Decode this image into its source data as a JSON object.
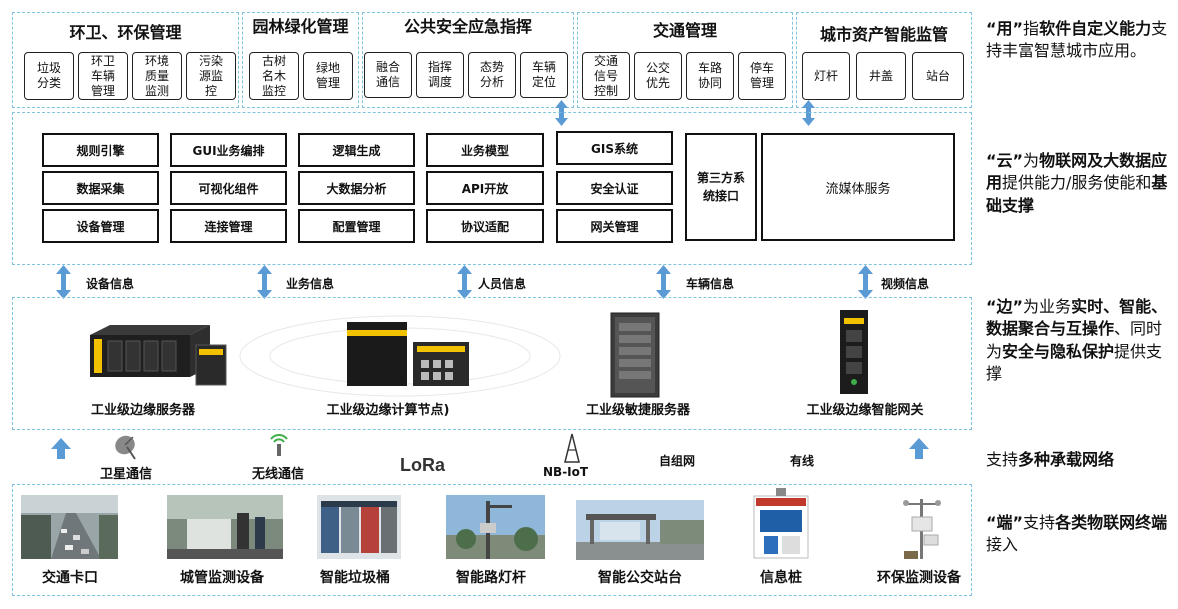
{
  "app_layer": {
    "categories": [
      {
        "title": "环卫、环保管理",
        "items": [
          "垃圾\n分类",
          "环卫\n车辆\n管理",
          "环境\n质量\n监测",
          "污染\n源监\n控"
        ]
      },
      {
        "title": "园林绿化管理",
        "items": [
          "古树\n名木\n监控",
          "绿地\n管理"
        ]
      },
      {
        "title": "公共安全应急指挥",
        "items": [
          "融合\n通信",
          "指挥\n调度",
          "态势\n分析",
          "车辆\n定位"
        ]
      },
      {
        "title": "交通管理",
        "items": [
          "交通\n信号\n控制",
          "公交\n优先",
          "车路\n协同",
          "停车\n管理"
        ]
      },
      {
        "title": "城市资产智能监管",
        "items": [
          "灯杆",
          "井盖",
          "站台"
        ]
      }
    ]
  },
  "cloud_layer": {
    "grid": [
      [
        "规则引擎",
        "GUI业务编排",
        "逻辑生成",
        "业务模型",
        "GIS系统"
      ],
      [
        "数据采集",
        "可视化组件",
        "大数据分析",
        "API开放",
        "安全认证"
      ],
      [
        "设备管理",
        "连接管理",
        "配置管理",
        "协议适配",
        "网关管理"
      ]
    ],
    "third_party": "第三方系统接口",
    "streaming": "流媒体服务"
  },
  "flow_labels": [
    "设备信息",
    "业务信息",
    "人员信息",
    "车辆信息",
    "视频信息"
  ],
  "edge_layer": {
    "devices": [
      "工业级边缘服务器",
      "工业级边缘计算节点)",
      "工业级敏捷服务器",
      "工业级边缘智能网关"
    ]
  },
  "network": {
    "items": [
      "卫星通信",
      "无线通信",
      "LoRa",
      "NB-IoT",
      "自组网",
      "有线"
    ]
  },
  "terminal_layer": {
    "items": [
      "交通卡口",
      "城管监测设备",
      "智能垃圾桶",
      "智能路灯杆",
      "智能公交站台",
      "信息桩",
      "环保监测设备"
    ]
  },
  "side_notes": {
    "use_q": "“用”",
    "use_1": "指",
    "use_2": "软件自定义能力",
    "use_3": "支持丰富智慧城市应用。",
    "cloud_q": "“云”",
    "cloud_1": "为",
    "cloud_2": "物联网及大数据应用",
    "cloud_3": "提供能力/服务使能和",
    "cloud_4": "基础支撑",
    "edge_q": "“边”",
    "edge_1": "为业务",
    "edge_2": "实时、智能、数据聚合与互操作",
    "edge_3": "、同时为",
    "edge_4": "安全与隐私保护",
    "edge_5": "提供支撑",
    "net_1": "支持",
    "net_2": "多种承载网络",
    "term_q": "“端”",
    "term_1": "支持",
    "term_2": "各类物联网终端",
    "term_3": "接入"
  },
  "colors": {
    "dashed_border": "#7fc3df",
    "arrow": "#5b9bd5",
    "device_yellow": "#f2c200"
  }
}
